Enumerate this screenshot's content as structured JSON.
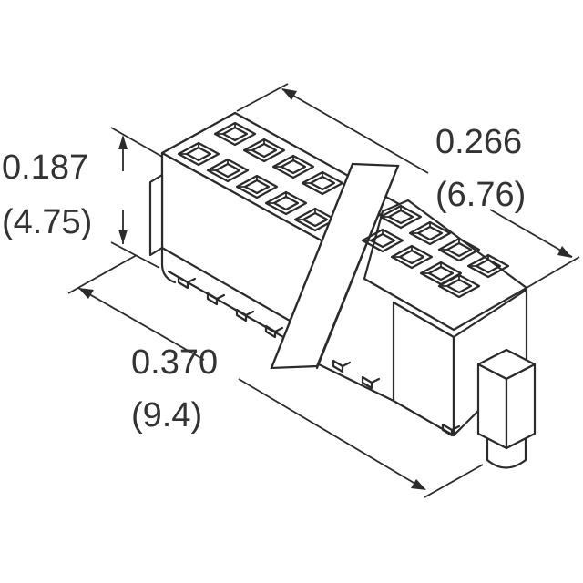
{
  "diagram": {
    "subject": "dual-row surface-mount female header connector, isometric view",
    "line_color": "#2b2b2b",
    "text_color": "#333333",
    "background": "#ffffff",
    "dimensions": {
      "height": {
        "inch": "0.187",
        "mm": "(4.75)"
      },
      "width": {
        "inch": "0.266",
        "mm": "(6.76)"
      },
      "length": {
        "inch": "0.370",
        "mm": "(9.4)"
      }
    },
    "features": {
      "rows": 2,
      "contact_openings_visible": 16,
      "break_line": "diagonal break band (length truncated)",
      "alignment_peg": "cylindrical locating post at right end",
      "smt_leads": "gull-wing leads along bottom edge"
    }
  }
}
